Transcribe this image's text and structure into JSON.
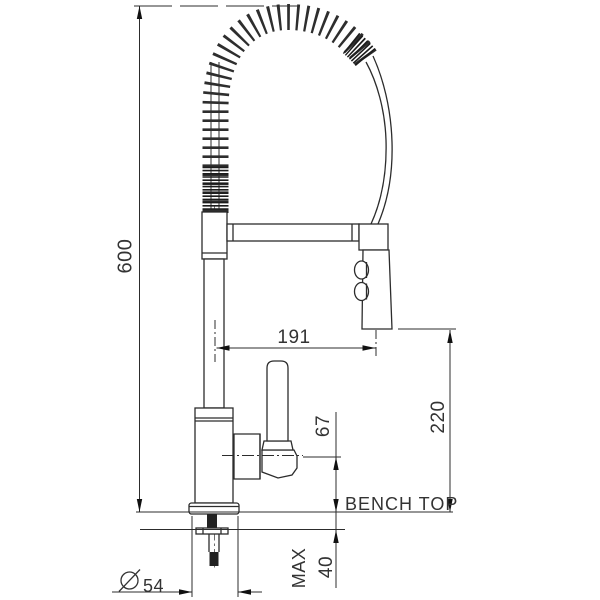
{
  "labels": {
    "overall_height": "600",
    "spout_reach": "191",
    "outlet_height_above_bench": "220",
    "handle_height_above_bench": "67",
    "bench_top": "BENCH TOP",
    "max_label": "MAX",
    "max_bench_thickness": "40",
    "base_diameter": "54"
  },
  "colors": {
    "background": "#ffffff",
    "line": "#2c2c2c",
    "arrow": "#111111",
    "text": "#333333"
  }
}
